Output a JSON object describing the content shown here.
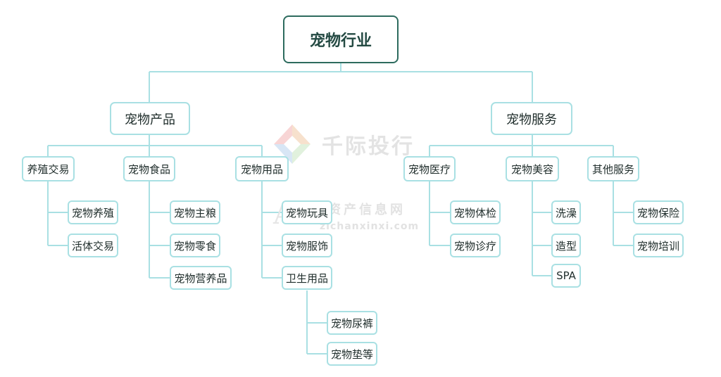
{
  "root": "宠物行业",
  "branches": {
    "products": {
      "label": "宠物产品",
      "children": {
        "breeding": {
          "label": "养殖交易",
          "items": [
            "宠物养殖",
            "活体交易"
          ]
        },
        "food": {
          "label": "宠物食品",
          "items": [
            "宠物主粮",
            "宠物零食",
            "宠物营养品"
          ]
        },
        "supplies": {
          "label": "宠物用品",
          "items": [
            "宠物玩具",
            "宠物服饰",
            "卫生用品"
          ],
          "hygiene_items": [
            "宠物尿裤",
            "宠物垫等"
          ]
        }
      }
    },
    "services": {
      "label": "宠物服务",
      "children": {
        "medical": {
          "label": "宠物医疗",
          "items": [
            "宠物体检",
            "宠物诊疗"
          ]
        },
        "beauty": {
          "label": "宠物美容",
          "items": [
            "洗澡",
            "造型",
            "SPA"
          ]
        },
        "other": {
          "label": "其他服务",
          "items": [
            "宠物保险",
            "宠物培训"
          ]
        }
      }
    }
  },
  "watermarks": {
    "brand": "千际投行",
    "site_cn": "资产信息网",
    "site_url": "zichanxinxi.com",
    "logo_letters": "AI"
  },
  "colors": {
    "connector": "#a9e0e3",
    "root_border": "#2d6b5e"
  }
}
